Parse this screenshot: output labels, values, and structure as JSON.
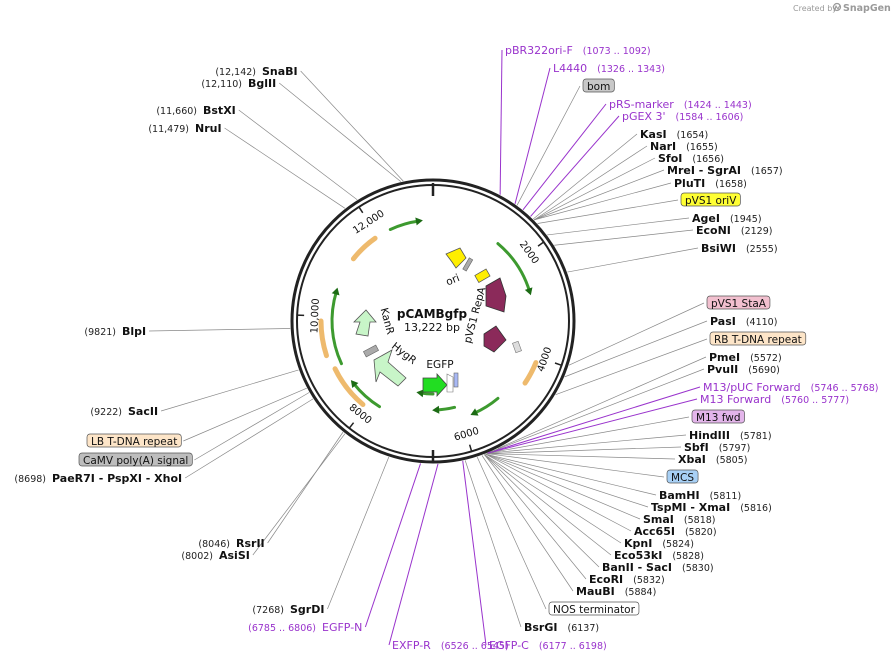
{
  "credit": {
    "created_by": "Created by",
    "brand": "SnapGene",
    "logo_icon": "snapgene-logo-icon"
  },
  "plasmid": {
    "name": "pCAMBgfp",
    "size": "13,222 bp"
  },
  "ticks": [
    {
      "label": "2000"
    },
    {
      "label": "4000"
    },
    {
      "label": "6000"
    },
    {
      "label": "8000"
    },
    {
      "label": "10,000"
    },
    {
      "label": "12,000"
    }
  ],
  "inner_features": [
    {
      "label": "ori"
    },
    {
      "label": "pVS1 RepA"
    },
    {
      "label": "KanR"
    },
    {
      "label": "HygR"
    },
    {
      "label": "EGFP"
    }
  ],
  "colors": {
    "backbone": "#222222",
    "primer": "#9933cc",
    "orf_green": "#3d9a2f",
    "orf_orange": "#e8a33c",
    "kanr": "#c8f5c8",
    "egfp": "#22dd22",
    "ori": "#ffee00",
    "repa": "#8b2a5a",
    "label_line": "#888888"
  },
  "labels": [
    {
      "kind": "enzyme",
      "name": "SnaBI",
      "pos": "(12,142)"
    },
    {
      "kind": "enzyme",
      "name": "BglII",
      "pos": "(12,110)"
    },
    {
      "kind": "enzyme",
      "name": "BstXI",
      "pos": "(11,660)"
    },
    {
      "kind": "enzyme",
      "name": "NruI",
      "pos": "(11,479)"
    },
    {
      "kind": "enzyme",
      "name": "BlpI",
      "pos": "(9821)"
    },
    {
      "kind": "enzyme",
      "name": "SacII",
      "pos": "(9222)"
    },
    {
      "kind": "feature",
      "name": "LB T-DNA repeat",
      "color": "#fde5c8"
    },
    {
      "kind": "feature",
      "name": "CaMV poly(A) signal",
      "color": "#bdbdbd"
    },
    {
      "kind": "enzyme",
      "name": "PaeR7I - PspXI - XhoI",
      "pos": "(8698)"
    },
    {
      "kind": "enzyme",
      "name": "RsrII",
      "pos": "(8046)"
    },
    {
      "kind": "enzyme",
      "name": "AsiSI",
      "pos": "(8002)"
    },
    {
      "kind": "enzyme",
      "name": "SgrDI",
      "pos": "(7268)"
    },
    {
      "kind": "primer",
      "name": "EGFP-N",
      "pos": "(6785 .. 6806)"
    },
    {
      "kind": "primer",
      "name": "EXFP-R",
      "pos": "(6526 .. 6545)"
    },
    {
      "kind": "primer",
      "name": "EGFP-C",
      "pos": "(6177 .. 6198)"
    },
    {
      "kind": "enzyme",
      "name": "BsrGI",
      "pos": "(6137)"
    },
    {
      "kind": "feature",
      "name": "NOS terminator",
      "color": "#ffffff"
    },
    {
      "kind": "enzyme",
      "name": "MauBI",
      "pos": "(5884)"
    },
    {
      "kind": "enzyme",
      "name": "EcoRI",
      "pos": "(5832)"
    },
    {
      "kind": "enzyme",
      "name": "BanII - SacI",
      "pos": "(5830)"
    },
    {
      "kind": "enzyme",
      "name": "Eco53kI",
      "pos": "(5828)"
    },
    {
      "kind": "enzyme",
      "name": "KpnI",
      "pos": "(5824)"
    },
    {
      "kind": "enzyme",
      "name": "Acc65I",
      "pos": "(5820)"
    },
    {
      "kind": "enzyme",
      "name": "SmaI",
      "pos": "(5818)"
    },
    {
      "kind": "enzyme",
      "name": "TspMI - XmaI",
      "pos": "(5816)"
    },
    {
      "kind": "enzyme",
      "name": "BamHI",
      "pos": "(5811)"
    },
    {
      "kind": "feature",
      "name": "MCS",
      "color": "#a8d0f5"
    },
    {
      "kind": "enzyme",
      "name": "XbaI",
      "pos": "(5805)"
    },
    {
      "kind": "enzyme",
      "name": "SbfI",
      "pos": "(5797)"
    },
    {
      "kind": "enzyme",
      "name": "HindIII",
      "pos": "(5781)"
    },
    {
      "kind": "feature",
      "name": "M13 fwd",
      "color": "#e3b5ea"
    },
    {
      "kind": "primer",
      "name": "M13 Forward",
      "pos": "(5760 .. 5777)"
    },
    {
      "kind": "primer",
      "name": "M13/pUC Forward",
      "pos": "(5746 .. 5768)"
    },
    {
      "kind": "enzyme",
      "name": "PvuII",
      "pos": "(5690)"
    },
    {
      "kind": "enzyme",
      "name": "PmeI",
      "pos": "(5572)"
    },
    {
      "kind": "feature",
      "name": "RB T-DNA repeat",
      "color": "#fde5c8"
    },
    {
      "kind": "enzyme",
      "name": "PasI",
      "pos": "(4110)"
    },
    {
      "kind": "feature",
      "name": "pVS1 StaA",
      "color": "#f2c0cf"
    },
    {
      "kind": "enzyme",
      "name": "BsiWI",
      "pos": "(2555)"
    },
    {
      "kind": "enzyme",
      "name": "EcoNI",
      "pos": "(2129)"
    },
    {
      "kind": "enzyme",
      "name": "AgeI",
      "pos": "(1945)"
    },
    {
      "kind": "feature",
      "name": "pVS1 oriV",
      "color": "#ffff33"
    },
    {
      "kind": "enzyme",
      "name": "PluTI",
      "pos": "(1658)"
    },
    {
      "kind": "enzyme",
      "name": "MreI - SgrAI",
      "pos": "(1657)"
    },
    {
      "kind": "enzyme",
      "name": "SfoI",
      "pos": "(1656)"
    },
    {
      "kind": "enzyme",
      "name": "NarI",
      "pos": "(1655)"
    },
    {
      "kind": "enzyme",
      "name": "KasI",
      "pos": "(1654)"
    },
    {
      "kind": "primer",
      "name": "pGEX 3'",
      "pos": "(1584 .. 1606)"
    },
    {
      "kind": "primer",
      "name": "pRS-marker",
      "pos": "(1424 .. 1443)"
    },
    {
      "kind": "feature",
      "name": "bom",
      "color": "#c8c8c8"
    },
    {
      "kind": "primer",
      "name": "L4440",
      "pos": "(1326 .. 1343)"
    },
    {
      "kind": "primer",
      "name": "pBR322ori-F",
      "pos": "(1073 .. 1092)"
    }
  ]
}
